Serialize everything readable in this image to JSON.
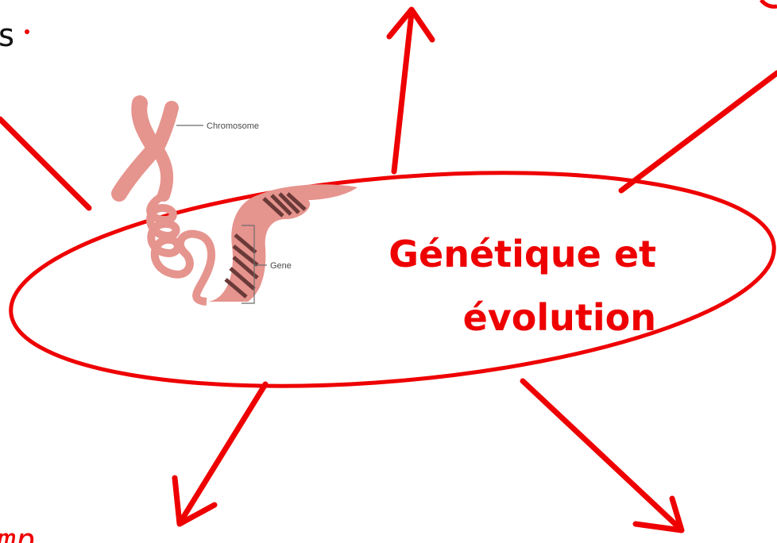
{
  "central_topic": {
    "line1": "Génétique et",
    "line2": "évolution"
  },
  "illustration": {
    "label_chromosome": "Chromosome",
    "label_gene": "Gene"
  },
  "fragments": {
    "top_left": "s",
    "bottom_left": "mp"
  },
  "colors": {
    "accent": "#ee0000",
    "dna": "#e6948e",
    "dna_dark": "#a06a66",
    "dna_stripe": "#6a3a38",
    "label_line": "#6b6b6b"
  }
}
